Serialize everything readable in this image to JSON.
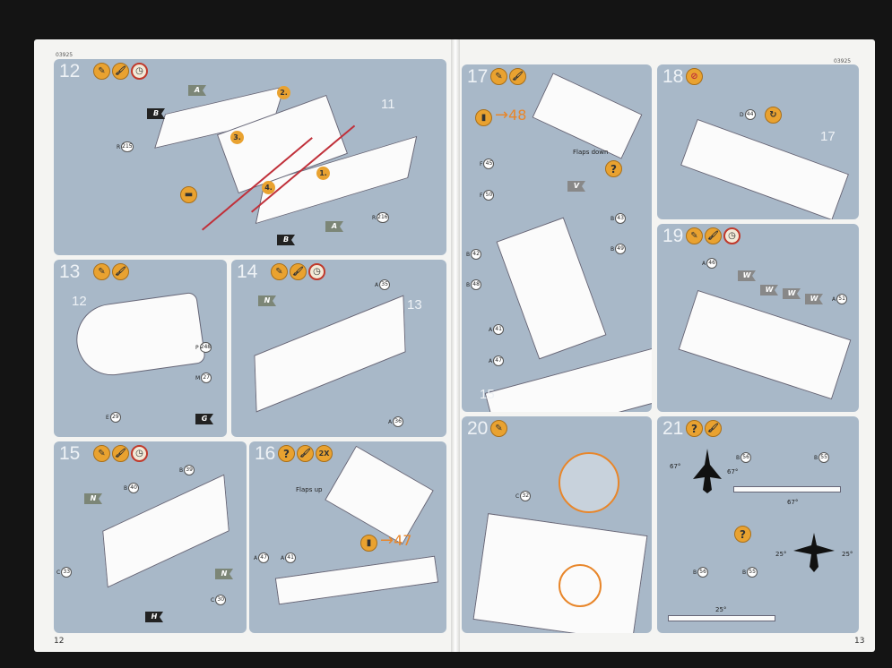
{
  "booklet_code": "03925",
  "pages": {
    "left": "12",
    "right": "13"
  },
  "steps": [
    {
      "number": "12",
      "icons": [
        "glue",
        "paint",
        "clock"
      ],
      "ref": "11",
      "callouts": [
        {
          "letter": "R",
          "part": "215"
        },
        {
          "letter": "R",
          "part": "216"
        }
      ],
      "flags": [
        "A",
        "B",
        "A",
        "B"
      ],
      "order": [
        "1.",
        "2.",
        "3.",
        "4."
      ]
    },
    {
      "number": "13",
      "icons": [
        "glue",
        "paint"
      ],
      "ref": "12",
      "callouts": [
        {
          "letter": "P",
          "part": "248"
        },
        {
          "letter": "M",
          "part": "27"
        },
        {
          "letter": "E",
          "part": "29"
        }
      ],
      "flags": [
        "G"
      ]
    },
    {
      "number": "14",
      "icons": [
        "glue",
        "paint",
        "clock"
      ],
      "ref": "13",
      "callouts": [
        {
          "letter": "A",
          "part": "35"
        },
        {
          "letter": "A",
          "part": "36"
        }
      ],
      "flags": [
        "N"
      ]
    },
    {
      "number": "15",
      "icons": [
        "glue",
        "paint",
        "clock"
      ],
      "callouts": [
        {
          "letter": "B",
          "part": "40"
        },
        {
          "letter": "B",
          "part": "39"
        },
        {
          "letter": "C",
          "part": "33"
        },
        {
          "letter": "C",
          "part": "30"
        }
      ],
      "flags": [
        "N",
        "N",
        "H"
      ]
    },
    {
      "number": "16",
      "icons": [
        "?",
        "paint",
        "2X"
      ],
      "text": "Flaps up",
      "goto": "47",
      "callouts": [
        {
          "letter": "A",
          "part": "47"
        },
        {
          "letter": "A",
          "part": "41"
        }
      ]
    },
    {
      "number": "17",
      "icons": [
        "glue",
        "paint"
      ],
      "ref": "15",
      "text": "Flaps down",
      "goto": "48",
      "callouts": [
        {
          "letter": "F",
          "part": "45"
        },
        {
          "letter": "F",
          "part": "50"
        },
        {
          "letter": "B",
          "part": "43"
        },
        {
          "letter": "B",
          "part": "49"
        },
        {
          "letter": "B",
          "part": "42"
        },
        {
          "letter": "B",
          "part": "48"
        },
        {
          "letter": "A",
          "part": "41"
        },
        {
          "letter": "A",
          "part": "47"
        }
      ],
      "flags": [
        "V"
      ]
    },
    {
      "number": "18",
      "icons": [
        "no-glue"
      ],
      "ref": "17",
      "callouts": [
        {
          "letter": "D",
          "part": "44"
        }
      ]
    },
    {
      "number": "19",
      "icons": [
        "glue",
        "paint",
        "clock"
      ],
      "callouts": [
        {
          "letter": "A",
          "part": "46"
        },
        {
          "letter": "A",
          "part": "51"
        }
      ],
      "flags": [
        "W",
        "W",
        "W",
        "W"
      ]
    },
    {
      "number": "20",
      "icons": [
        "glue"
      ],
      "callouts": [
        {
          "letter": "C",
          "part": "32"
        }
      ]
    },
    {
      "number": "21",
      "icons": [
        "?",
        "paint"
      ],
      "callouts": [
        {
          "letter": "B",
          "part": "56"
        },
        {
          "letter": "B",
          "part": "55"
        },
        {
          "letter": "B",
          "part": "56"
        },
        {
          "letter": "B",
          "part": "55"
        }
      ],
      "angles": [
        "67°",
        "67°",
        "67°",
        "25°",
        "25°",
        "25°"
      ]
    }
  ],
  "colors": {
    "panel": "#a8b8c8",
    "accent": "#e9a230",
    "arrow": "#c0303a"
  }
}
